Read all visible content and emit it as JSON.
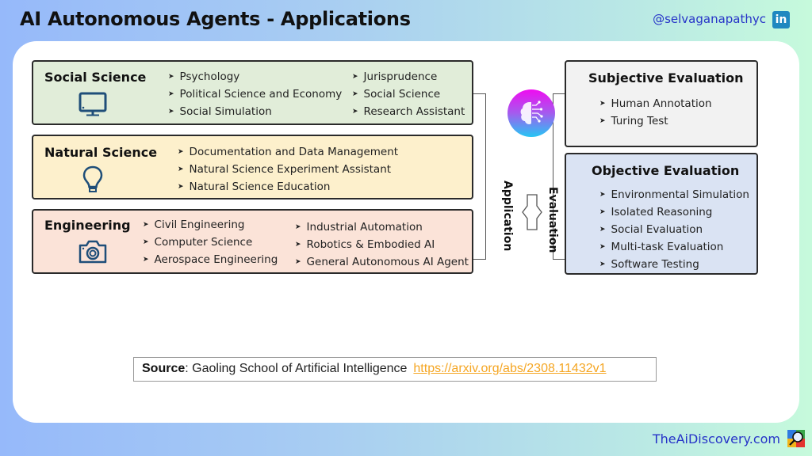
{
  "header": {
    "title": "AI Autonomous Agents - Applications",
    "handle": "@selvaganapathyc",
    "linkedin_icon": "in"
  },
  "application_domains": [
    {
      "name": "Social Science",
      "icon": "monitor-icon",
      "color": "#e1edd9",
      "column1": [
        "Psychology",
        "Political Science and Economy",
        "Social Simulation"
      ],
      "column2": [
        "Jurisprudence",
        "Social Science",
        "Research Assistant"
      ]
    },
    {
      "name": "Natural Science",
      "icon": "lightbulb-icon",
      "color": "#fdf0cc",
      "column1": [
        "Documentation and Data Management",
        "Natural Science Experiment Assistant",
        "Natural Science Education"
      ],
      "column2": []
    },
    {
      "name": "Engineering",
      "icon": "camera-icon",
      "color": "#fbe3d8",
      "column1": [
        "Civil Engineering",
        "Computer Science",
        "Aerospace Engineering"
      ],
      "column2": [
        "Industrial Automation",
        "Robotics & Embodied AI",
        "General Autonomous AI Agent"
      ]
    }
  ],
  "center": {
    "left_label": "Application",
    "right_label": "Evaluation",
    "icon": "ai-brain-icon"
  },
  "evaluations": [
    {
      "name": "Subjective Evaluation",
      "color": "#f2f2f2",
      "items": [
        "Human Annotation",
        "Turing Test"
      ]
    },
    {
      "name": "Objective Evaluation",
      "color": "#dae3f3",
      "items": [
        "Environmental Simulation",
        "Isolated Reasoning",
        "Social Evaluation",
        "Multi-task Evaluation",
        "Software Testing"
      ]
    }
  ],
  "source": {
    "label": "Source",
    "text": ": Gaoling School of Artificial Intelligence",
    "link": "https://arxiv.org/abs/2308.11432v1",
    "link_color": "#f5a623"
  },
  "footer": {
    "site": "TheAiDiscovery.com"
  },
  "bullet": "➤"
}
